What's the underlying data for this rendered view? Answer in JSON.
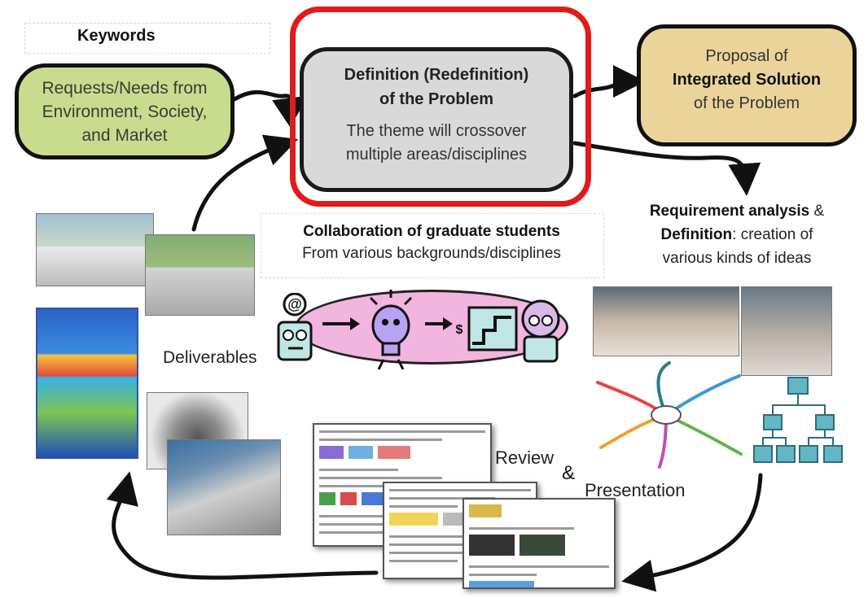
{
  "keywords": {
    "title": "Keywords",
    "needs": [
      "Requests/Needs from",
      "Environment, Society,",
      "and Market"
    ]
  },
  "definition": {
    "title": [
      "Definition (Redefinition)",
      "of the Problem"
    ],
    "body": [
      "The theme will crossover",
      "multiple areas/disciplines"
    ]
  },
  "proposal": {
    "line1": "Proposal of",
    "line2": "Integrated Solution",
    "line3": "of the Problem"
  },
  "collaboration": {
    "title": "Collaboration of graduate students",
    "subtitle": "From various backgrounds/disciplines"
  },
  "requirement": {
    "bold1": "Requirement analysis",
    "amp": " &",
    "bold2": "Definition",
    "rest1": ": creation of",
    "rest2": "various kinds of ideas"
  },
  "deliverables": "Deliverables",
  "review": {
    "word1": "Review",
    "amp": "&",
    "word2": "Presentation"
  },
  "icons": {
    "email": "@",
    "bulb": "💡",
    "money": "$"
  },
  "colors": {
    "needs_fill": "#c9dc8e",
    "definition_fill": "#d9d9d9",
    "definition_frame": "#e21a1a",
    "proposal_fill": "#ead49a",
    "ellipse_fill": "#f1b5df",
    "arrow": "#111111"
  }
}
